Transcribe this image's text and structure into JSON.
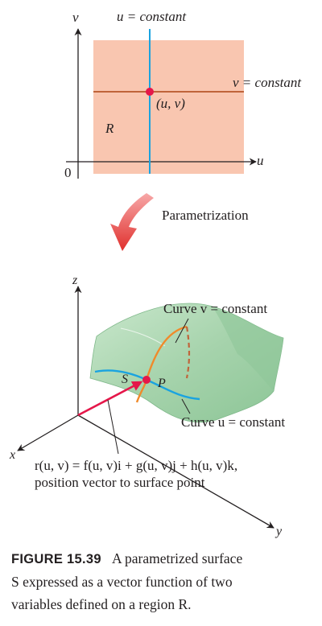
{
  "top_diagram": {
    "v_axis_label": "v",
    "u_axis_label": "u",
    "origin_label": "0",
    "region_label": "R",
    "u_constant_label": "u = constant",
    "v_constant_label": "v = constant",
    "point_label": "(u, v)"
  },
  "transition": {
    "label": "Parametrization"
  },
  "surface_diagram": {
    "z_axis_label": "z",
    "x_axis_label": "x",
    "y_axis_label": "y",
    "surface_label": "S",
    "point_label": "P",
    "curve_v_label": "Curve v = constant",
    "curve_u_label": "Curve u = constant",
    "position_vector_formula": "r(u, v) = f(u, v)i + g(u, v)j + h(u, v)k,",
    "position_vector_desc": "position vector to surface point"
  },
  "caption": {
    "figure_label": "FIGURE 15.39",
    "line1": "A parametrized surface",
    "line2": "S expressed as a vector function of two",
    "line3": "variables defined on a region R."
  },
  "colors": {
    "region_fill": "#f9c6b0",
    "u_curve": "#1aa3e0",
    "v_curve": "#c0643a",
    "point": "#e5174a",
    "arrow": "#e03a3a",
    "surface": "#a8d4ad",
    "orange_curve": "#f08a2a"
  }
}
